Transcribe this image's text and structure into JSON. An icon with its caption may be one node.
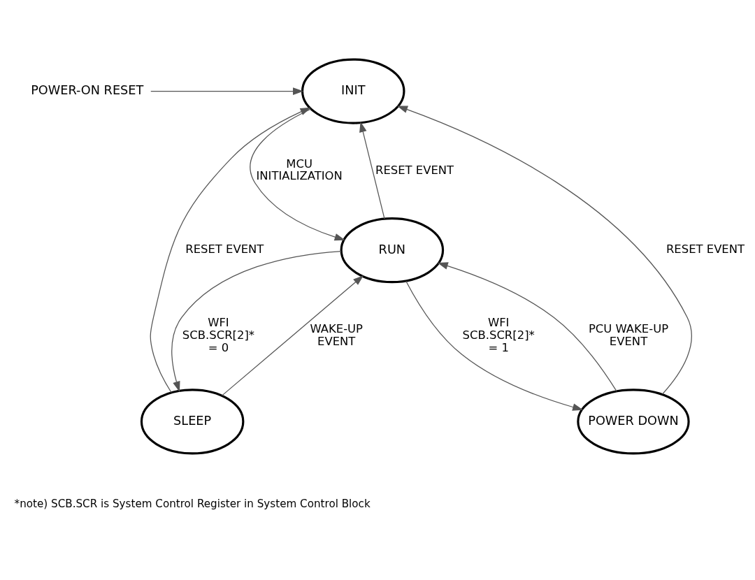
{
  "diagram": {
    "nodes": [
      {
        "text": [
          "INIT"
        ]
      },
      {
        "text": [
          "SLEEP"
        ]
      },
      {
        "text": [
          "RUN"
        ]
      },
      {
        "text": [
          "POWER DOWN"
        ]
      },
      {
        "text": [
          "POWER-ON RESET"
        ]
      }
    ],
    "edges": [
      {
        "from": 4,
        "to": 0,
        "arrow": "to"
      },
      {
        "from": 1,
        "to": 0,
        "arrow": "to",
        "label": "RESET EVENT"
      },
      {
        "from": 0,
        "to": 2,
        "arrow": "to",
        "label": "MCU INITIALIZATION"
      },
      {
        "from": 2,
        "to": 0,
        "arrow": "to",
        "label": "RESET EVENT"
      },
      {
        "from": 3,
        "to": 0,
        "arrow": "to",
        "label": "RESET EVENT"
      },
      {
        "from": 1,
        "to": 2,
        "arrow": "to",
        "label": "WAKE-UP EVENT"
      },
      {
        "from": 3,
        "to": 2,
        "arrow": "to",
        "label": "PCU WAKE-UP EVENT"
      },
      {
        "from": 2,
        "to": 1,
        "arrow": "to",
        "label": "WFI SCB.SCR[2]* = 0"
      },
      {
        "from": 2,
        "to": 3,
        "arrow": "to",
        "label": "WFI SCB.SCR[2]* = 1"
      }
    ],
    "labels": [
      "*note) SCB.SCR is System Control Register in System Control Block"
    ]
  }
}
